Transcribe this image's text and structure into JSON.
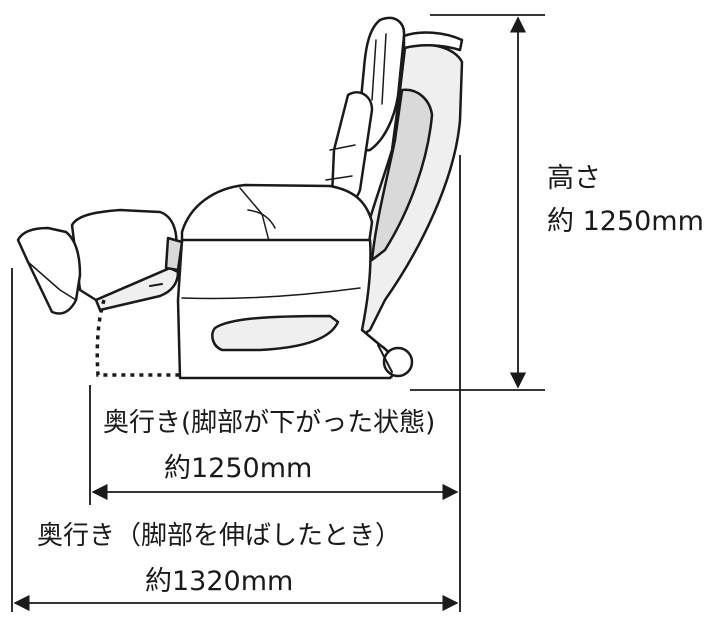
{
  "dimensions": {
    "height": {
      "title": "高さ",
      "value": "約 1250mm"
    },
    "depth_legs_down": {
      "title": "奥行き(脚部が下がった状態)",
      "value": "約1250mm"
    },
    "depth_legs_extended": {
      "title": "奥行き（脚部を伸ばしたとき）",
      "value": "約1320mm"
    }
  },
  "colors": {
    "line": "#1a1a1a",
    "chair_fill": "#ffffff",
    "panel_fill": "#d9d9d9",
    "shade_fill": "#efefef"
  }
}
